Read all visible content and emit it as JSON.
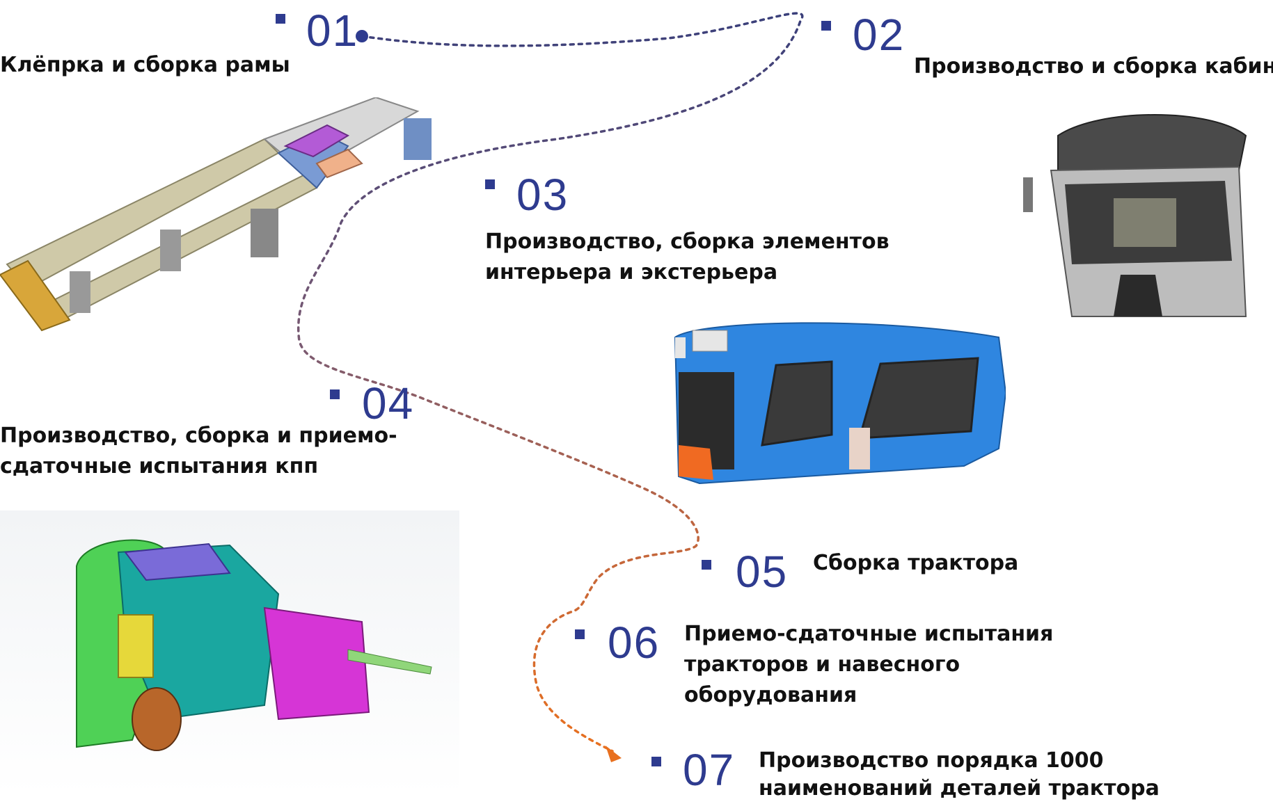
{
  "steps": [
    {
      "number": "01",
      "label": "Клёпрка и сборка рамы"
    },
    {
      "number": "02",
      "label": "Производство и сборка кабин"
    },
    {
      "number": "03",
      "label_line1": "Производство, сборка элементов",
      "label_line2": "интерьера и экстерьера"
    },
    {
      "number": "04",
      "label_line1": "Производство, сборка и приемо-",
      "label_line2": "сдаточные испытания кпп"
    },
    {
      "number": "05",
      "label": "Сборка трактора"
    },
    {
      "number": "06",
      "label_line1": "Приемо-сдаточные испытания",
      "label_line2": "тракторов и навесного",
      "label_line3": "оборудования"
    },
    {
      "number": "07",
      "label_line1": "Производство порядка 1000",
      "label_line2": "наименований деталей трактора"
    }
  ],
  "colors": {
    "accent": "#2e3b8f",
    "path_upper": "#3a3f7a",
    "path_mid": "#8a5a6a",
    "path_lower": "#e0702a"
  },
  "images": [
    "tractor-frame-image",
    "tractor-cabin-image",
    "tractor-hood-image",
    "gearbox-image"
  ]
}
